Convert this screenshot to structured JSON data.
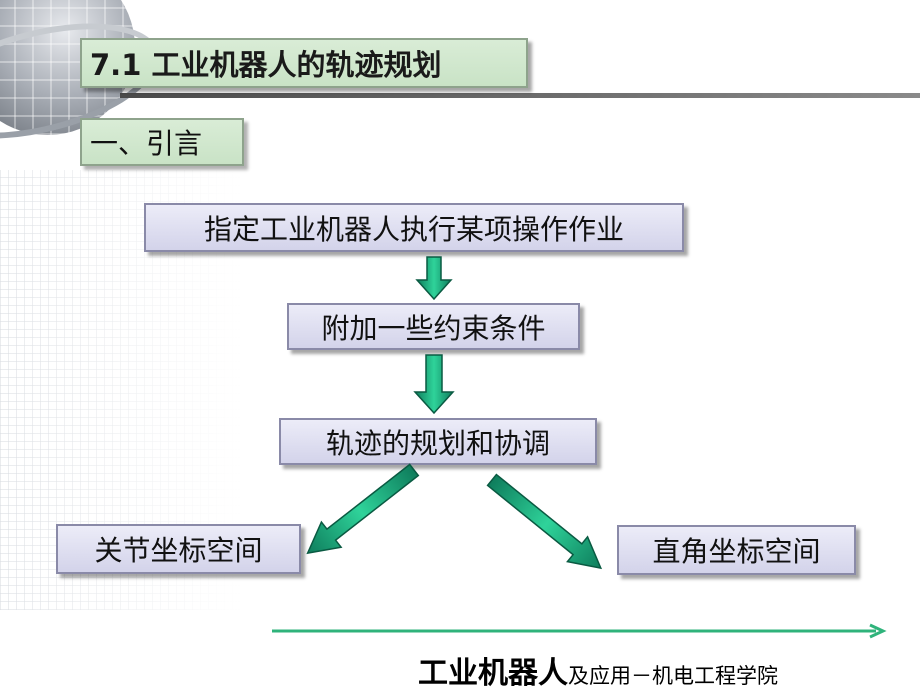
{
  "slide": {
    "title": "7.1 工业机器人的轨迹规划",
    "section": "一、引言"
  },
  "flow": {
    "step1": "指定工业机器人执行某项操作作业",
    "step2": "附加一些约束条件",
    "step3": "轨迹的规划和协调",
    "left_branch": "关节坐标空间",
    "right_branch": "直角坐标空间"
  },
  "footer": {
    "main_text": "工业机器人",
    "sub_text": "及应用－机电工程学院"
  },
  "colors": {
    "arrow_fill": "#1aa37a",
    "timeline": "#2fb37b",
    "node_border": "#8a8aa8",
    "title_fill": "#d9ecd6"
  }
}
